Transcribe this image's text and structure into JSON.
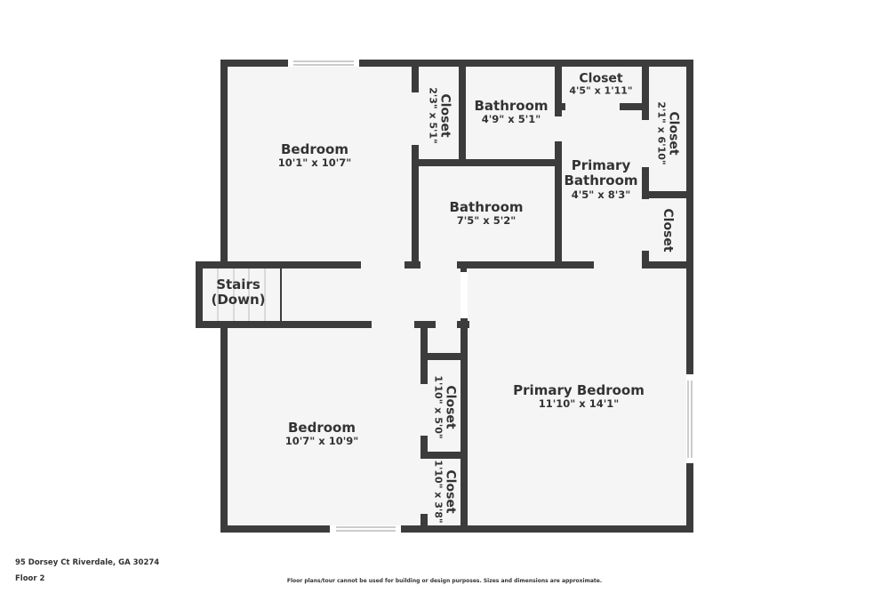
{
  "floorplan": {
    "floor_label": "Floor 2",
    "address": "95 Dorsey Ct Riverdale, GA 30274",
    "disclaimer": "Floor plans/tour cannot be used for building or design purposes. Sizes and dimensions are approximate.",
    "colors": {
      "wall": "#3c3c3c",
      "floor": "#f5f5f5",
      "background": "#ffffff",
      "text": "#333333"
    },
    "rooms": [
      {
        "id": "bedroom-1",
        "name": "Bedroom",
        "dimensions": "10'1\" x 10'7\""
      },
      {
        "id": "closet-1",
        "name": "Closet",
        "dimensions": "2'3\" x 5'1\""
      },
      {
        "id": "bathroom-1",
        "name": "Bathroom",
        "dimensions": "4'9\" x 5'1\""
      },
      {
        "id": "closet-2",
        "name": "Closet",
        "dimensions": "4'5\" x 1'11\""
      },
      {
        "id": "closet-3",
        "name": "Closet",
        "dimensions": "2'1\" x 6'10\""
      },
      {
        "id": "primary-bathroom",
        "name": "Primary Bathroom",
        "name_line1": "Primary",
        "name_line2": "Bathroom",
        "dimensions": "4'5\" x 8'3\""
      },
      {
        "id": "bathroom-2",
        "name": "Bathroom",
        "dimensions": "7'5\" x 5'2\""
      },
      {
        "id": "closet-4",
        "name": "Closet",
        "dimensions": ""
      },
      {
        "id": "stairs",
        "name": "Stairs (Down)",
        "name_line1": "Stairs",
        "name_line2": "(Down)",
        "dimensions": ""
      },
      {
        "id": "bedroom-2",
        "name": "Bedroom",
        "dimensions": "10'7\" x 10'9\""
      },
      {
        "id": "closet-5",
        "name": "Closet",
        "dimensions": "1'10\" x 5'0\""
      },
      {
        "id": "closet-6",
        "name": "Closet",
        "dimensions": "1'10\" x 3'8\""
      },
      {
        "id": "primary-bedroom",
        "name": "Primary Bedroom",
        "dimensions": "11'10\" x 14'1\""
      }
    ]
  }
}
